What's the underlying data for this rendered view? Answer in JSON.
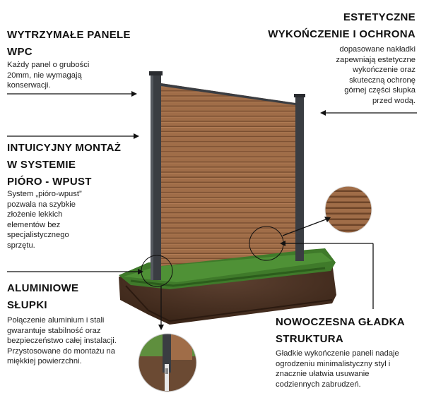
{
  "sections": {
    "panels": {
      "title_1": "WYTRZYMAŁE PANELE",
      "title_2": "WPC",
      "body_1": "Każdy panel o grubości",
      "body_2": "20mm, nie wymagają",
      "body_3": "konserwacji."
    },
    "finish": {
      "title_1": "ESTETYCZNE",
      "title_2": "WYKOŃCZENIE I OCHRONA",
      "body_1": "dopasowane nakładki",
      "body_2": "zapewniają estetyczne",
      "body_3": "wykończenie oraz",
      "body_4": "skuteczną ochronę",
      "body_5": "górnej części słupka",
      "body_6": "przed wodą."
    },
    "assembly": {
      "title_1": "INTUICYJNY MONTAŻ",
      "title_2": "W SYSTEMIE",
      "title_3": "PIÓRO - WPUST",
      "body_1": "System „pióro-wpust”",
      "body_2": "pozwala na szybkie",
      "body_3": "złożenie lekkich",
      "body_4": "elementów bez",
      "body_5": "specjalistycznego",
      "body_6": "sprzętu."
    },
    "posts": {
      "title_1": "ALUMINIOWE",
      "title_2": "SŁUPKI",
      "body_1": "Połączenie aluminium i stali",
      "body_2": "gwarantuje stabilność oraz",
      "body_3": "bezpieczeństwo całej instalacji.",
      "body_4": "Przystosowane do montażu na",
      "body_5": "miękkiej powierzchni."
    },
    "texture": {
      "title_1": "NOWOCZESNA GŁADKA",
      "title_2": "STRUKTURA",
      "body_1": "Gładkie wykończenie paneli nadaje",
      "body_2": "ogrodzeniu minimalistyczny styl i",
      "body_3": "znacznie ułatwia usuwanie",
      "body_4": "codziennych zabrudzeń."
    }
  },
  "colors": {
    "wood": "#9c6a45",
    "wood_dark": "#7e5233",
    "post": "#3a3d42",
    "grass": "#3f7a2a",
    "soil": "#4a3222"
  }
}
